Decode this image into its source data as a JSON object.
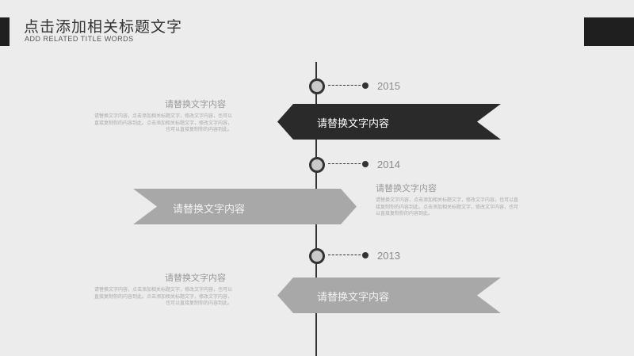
{
  "header": {
    "title": "点击添加相关标题文字",
    "subtitle": "ADD RELATED TITLE WORDS"
  },
  "colors": {
    "dark": "#2a2a2a",
    "gray": "#a8a8a8",
    "background": "#ececec"
  },
  "timeline": [
    {
      "year": "2015",
      "banner_label": "请替换文字内容",
      "heading": "请替换文字内容",
      "paragraph": "请替换文字内容，点击添加相关标题文字，修改文字内容，也可以直接复制你的内容到此。点击添加相关标题文字，修改文字内容，也可以直接复制你的内容到此。"
    },
    {
      "year": "2014",
      "banner_label": "请替换文字内容",
      "heading": "请替换文字内容",
      "paragraph": "请替换文字内容，点击添加相关标题文字，修改文字内容，也可以直接复制你的内容到此。点击添加相关标题文字，修改文字内容，也可以直接复制你的内容到此。"
    },
    {
      "year": "2013",
      "banner_label": "请替换文字内容",
      "heading": "请替换文字内容",
      "paragraph": "请替换文字内容，点击添加相关标题文字，修改文字内容，也可以直接复制你的内容到此。点击添加相关标题文字，修改文字内容，也可以直接复制你的内容到此。"
    }
  ]
}
